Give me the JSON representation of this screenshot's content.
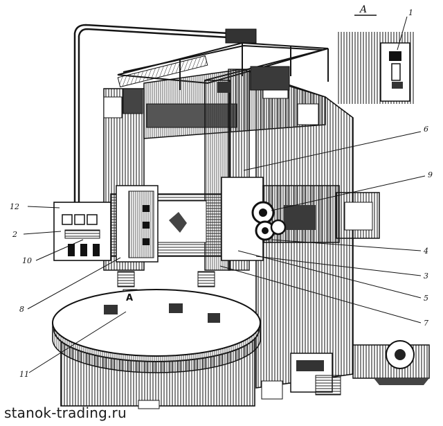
{
  "colors": {
    "ink": "#151515",
    "paper": "#ffffff",
    "shade": "#6a6a6a"
  },
  "inset": {
    "title": "A",
    "callout": "1"
  },
  "callouts": [
    {
      "id": "12",
      "text": "12"
    },
    {
      "id": "2",
      "text": "2"
    },
    {
      "id": "10",
      "text": "10"
    },
    {
      "id": "8",
      "text": "8"
    },
    {
      "id": "11",
      "text": "11"
    },
    {
      "id": "6",
      "text": "6"
    },
    {
      "id": "9",
      "text": "9"
    },
    {
      "id": "4",
      "text": "4"
    },
    {
      "id": "3",
      "text": "3"
    },
    {
      "id": "5",
      "text": "5"
    },
    {
      "id": "7",
      "text": "7"
    }
  ],
  "view_marker": "A",
  "watermark": "stanok-trading.ru"
}
